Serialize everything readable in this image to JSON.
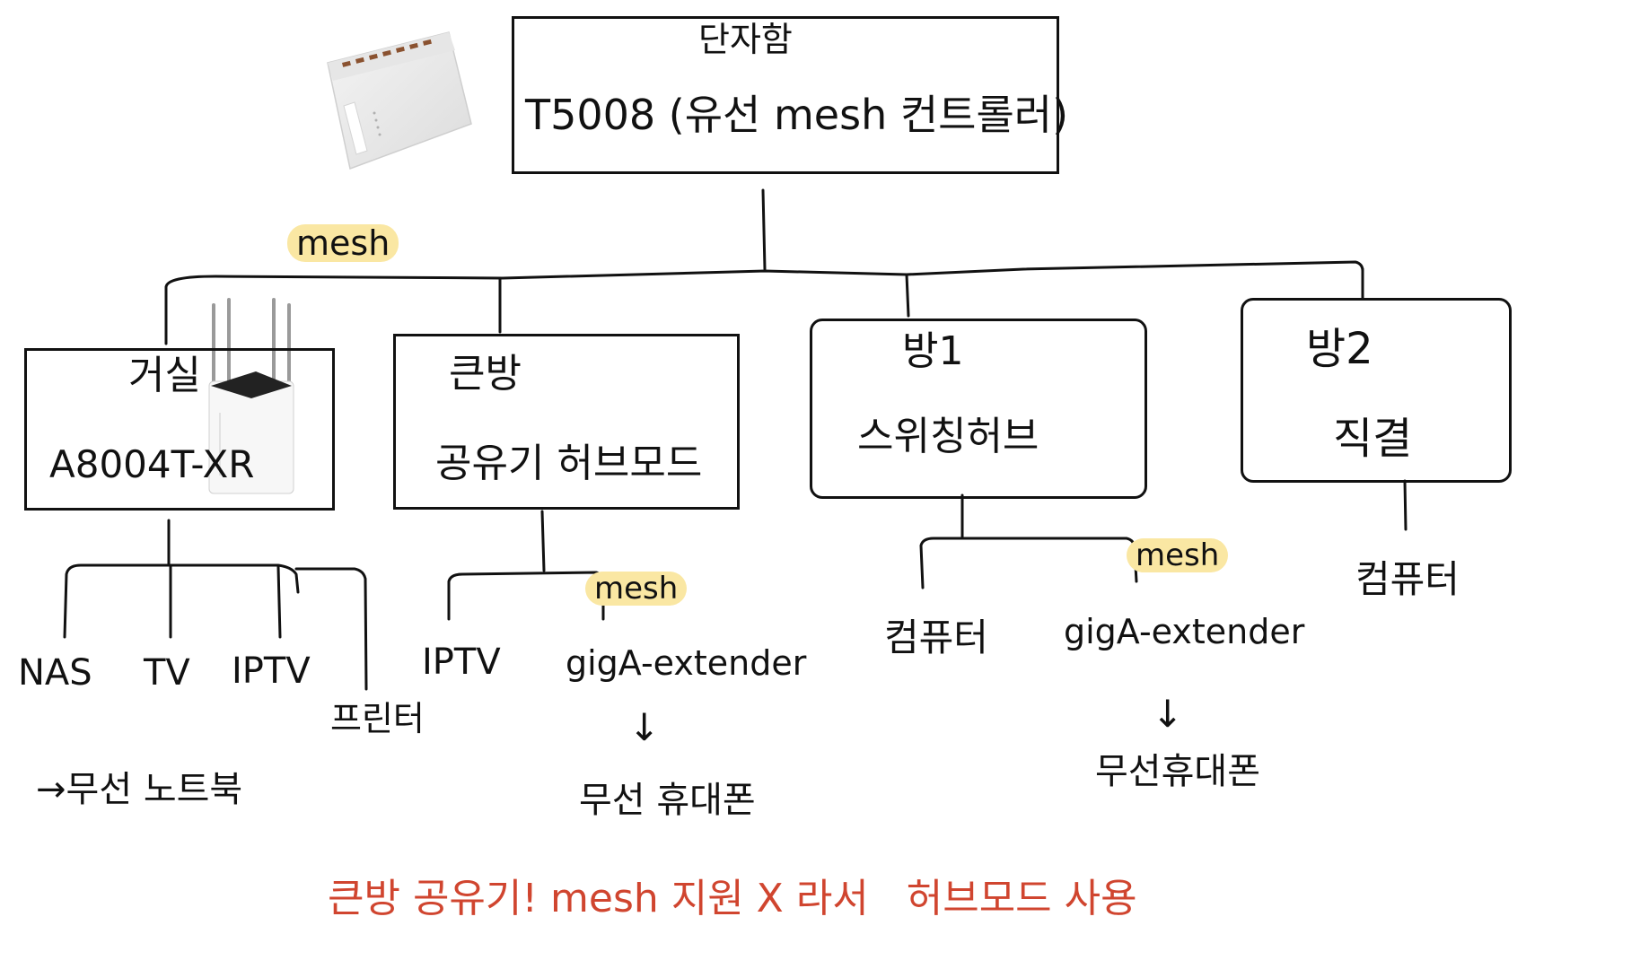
{
  "top": {
    "line1": "단자함",
    "line2": "T5008 (유선 mesh 컨트롤러)"
  },
  "mesh_label": "mesh",
  "boxes": {
    "living": {
      "line1": "거실",
      "line2": "A8004T-XR"
    },
    "bigroom": {
      "line1": "큰방",
      "line2": "공유기 허브모드"
    },
    "room1": {
      "line1": "방1",
      "line2": "스위칭허브"
    },
    "room2": {
      "line1": "방2",
      "line2": "직결"
    }
  },
  "living_devices": [
    "NAS",
    "TV",
    "IPTV",
    "프린터"
  ],
  "living_wireless": "→무선 노트북",
  "bigroom_devices": {
    "iptv": "IPTV",
    "ext": "gigA-extender",
    "mesh": "mesh",
    "arrow": "↓",
    "wireless": "무선 휴대폰"
  },
  "room1_devices": {
    "pc": "컴퓨터",
    "ext": "gigA-extender",
    "mesh": "mesh",
    "arrow": "↓",
    "wireless": "무선휴대폰"
  },
  "room2_devices": {
    "pc": "컴퓨터"
  },
  "note": "큰방 공유기! mesh 지원 X 라서   허브모드 사용",
  "colors": {
    "note": "#d0452f",
    "highlight": "#fae7a3",
    "ink": "#111111"
  }
}
